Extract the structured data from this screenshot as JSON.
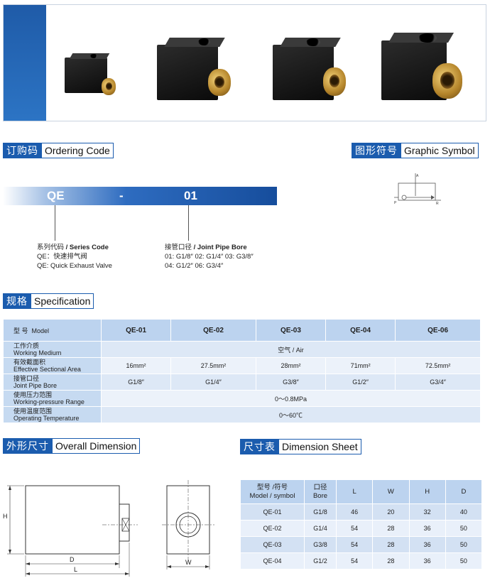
{
  "sections": {
    "ordering": {
      "cn": "订购码",
      "en": "Ordering Code"
    },
    "graphic": {
      "cn": "图形符号",
      "en": "Graphic Symbol"
    },
    "spec": {
      "cn": "规格",
      "en": "Specification"
    },
    "overall": {
      "cn": "外形尺寸",
      "en": "Overall Dimension"
    },
    "sheet": {
      "cn": "尺寸表",
      "en": "Dimension Sheet"
    }
  },
  "ordering_code": {
    "prefix": "QE",
    "dash": "-",
    "suffix": "01",
    "series_title_cn": "系列代码",
    "series_title_en": "/ Series Code",
    "series_line1": "QE：快速排气阀",
    "series_line2": "QE: Quick Exhaust Valve",
    "bore_title_cn": "接管口径",
    "bore_title_en": "/ Joint Pipe Bore",
    "bore_line1": "01: G1/8″  02: G1/4″  03: G3/8″",
    "bore_line2": "04: G1/2″  06: G3/4″"
  },
  "symbol_labels": {
    "a": "A",
    "p": "P",
    "r": "R"
  },
  "spec": {
    "model_cn": "型  号",
    "model_en": "Model",
    "models": [
      "QE-01",
      "QE-02",
      "QE-03",
      "QE-04",
      "QE-06"
    ],
    "medium_cn": "工作介质",
    "medium_en": "Working Medium",
    "medium_value": "空气  / Air",
    "area_cn": "有效截面积",
    "area_en": "Effective Sectional Area",
    "areas": [
      "16mm²",
      "27.5mm²",
      "28mm²",
      "71mm²",
      "72.5mm²"
    ],
    "bore_cn": "接管口径",
    "bore_en": "Joint Pipe Bore",
    "bores": [
      "G1/8″",
      "G1/4″",
      "G3/8″",
      "G1/2″",
      "G3/4″"
    ],
    "pressure_cn": "使用压力范围",
    "pressure_en": "Working-pressure Range",
    "pressure_value": "0～0.8MPa",
    "temp_cn": "使用温度范围",
    "temp_en": "Operating Temperature",
    "temp_value": "0～60℃"
  },
  "dimension_labels": {
    "h": "H",
    "d": "D",
    "l": "L",
    "w": "W"
  },
  "dimension_sheet": {
    "header_model_cn": "型号 /符号",
    "header_model_en": "Model / symbol",
    "header_bore_cn": "口径",
    "header_bore_en": "Bore",
    "header_l": "L",
    "header_w": "W",
    "header_h": "H",
    "header_d": "D",
    "rows": [
      {
        "model": "QE-01",
        "bore": "G1/8",
        "l": "46",
        "w": "20",
        "h": "32",
        "d": "40"
      },
      {
        "model": "QE-02",
        "bore": "G1/4",
        "l": "54",
        "w": "28",
        "h": "36",
        "d": "50"
      },
      {
        "model": "QE-03",
        "bore": "G3/8",
        "l": "54",
        "w": "28",
        "h": "36",
        "d": "50"
      },
      {
        "model": "QE-04",
        "bore": "G1/2",
        "l": "54",
        "w": "28",
        "h": "36",
        "d": "50"
      }
    ]
  },
  "colors": {
    "accent": "#1b5cae",
    "table_header": "#bcd3ef",
    "table_row": "#dde8f6"
  }
}
